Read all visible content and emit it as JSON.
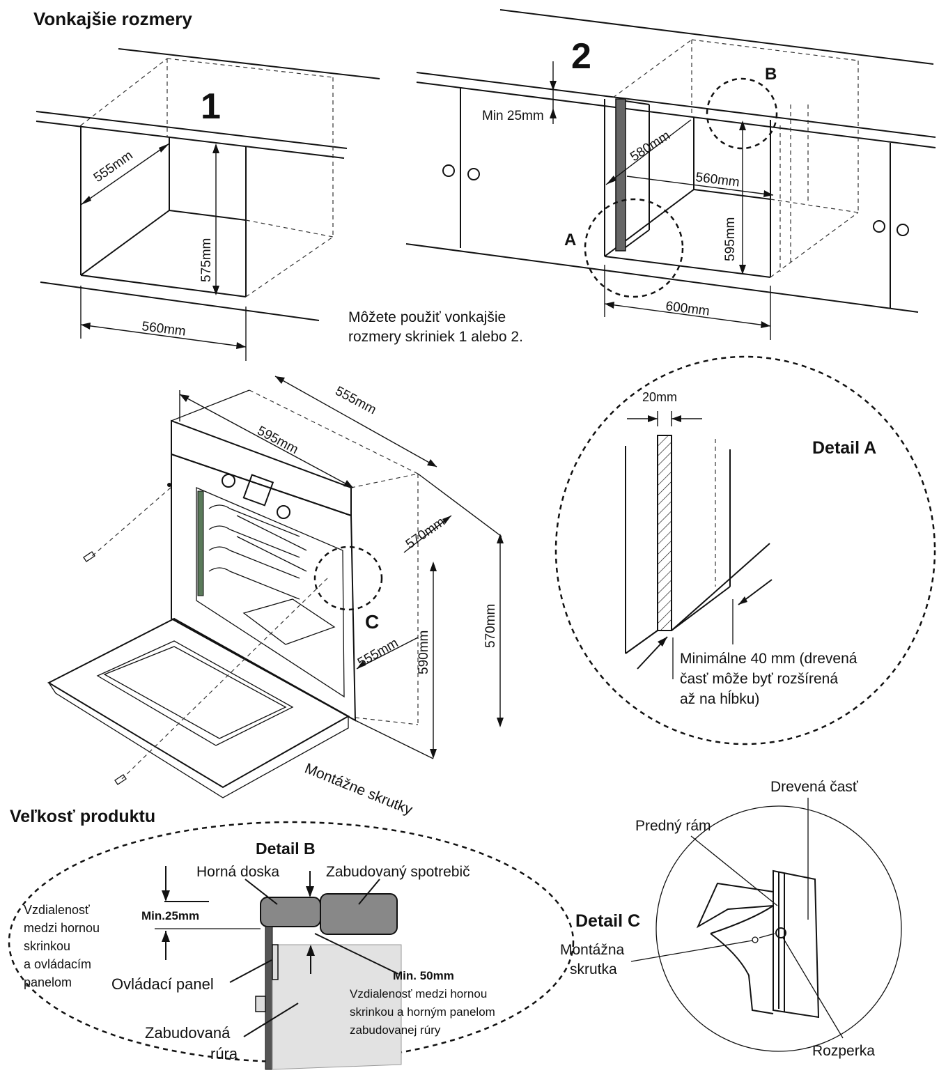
{
  "titles": {
    "outer_dims": "Vonkajšie rozmery",
    "product_size": "Veľkosť produktu"
  },
  "cabinet1": {
    "number": "1",
    "depth": "555mm",
    "height": "575mm",
    "width": "560mm"
  },
  "cabinet2": {
    "number": "2",
    "min_gap": "Min 25mm",
    "depth": "580mm",
    "inner_width": "560mm",
    "height": "595mm",
    "width": "600mm",
    "label_a": "A",
    "label_b": "B"
  },
  "note": {
    "line1": "Môžete použiť vonkajšie",
    "line2": "rozmery skriniek 1 alebo 2."
  },
  "oven": {
    "depth_top": "555mm",
    "width": "595mm",
    "depth_side": "570mm",
    "height_outer": "570mm",
    "height_front": "590mm",
    "depth_body": "555mm",
    "label_c": "C",
    "screws": "Montážne skrutky"
  },
  "detail_a": {
    "title": "Detail A",
    "thickness": "20mm",
    "line1": "Minimálne 40 mm (drevená",
    "line2": "časť môže byť rozšírená",
    "line3": "až na hĺbku)"
  },
  "detail_b": {
    "title": "Detail B",
    "worktop": "Horná doska",
    "appliance": "Zabudovaný spotrebič",
    "min25": "Min.25mm",
    "distance_label": [
      "Vzdialenosť",
      "medzi hornou",
      "skrinkou",
      "a ovládacím",
      "panelom"
    ],
    "control_panel": "Ovládací panel",
    "min50": "Min. 50mm",
    "distance2": [
      "Vzdialenosť medzi hornou",
      "skrinkou a horným panelom",
      "zabudovanej rúry"
    ],
    "built_in_oven": [
      "Zabudovaná",
      "rúra"
    ]
  },
  "detail_c": {
    "title": "Detail C",
    "wood": "Drevená časť",
    "front_frame": "Predný rám",
    "screw": [
      "Montážna",
      "skrutka"
    ],
    "spacer": "Rozperka"
  }
}
